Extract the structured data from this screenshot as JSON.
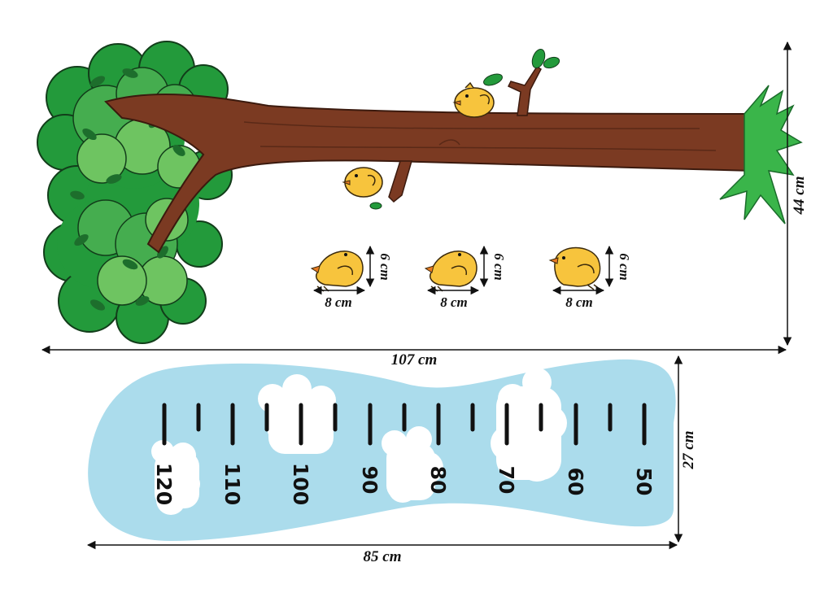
{
  "dimensions": {
    "tree_width": "107 cm",
    "tree_height": "44 cm",
    "bird_width": "8 cm",
    "bird_height": "6 cm",
    "ruler_width": "85 cm",
    "ruler_height": "27 cm"
  },
  "ruler": {
    "labels": [
      "120",
      "110",
      "100",
      "90",
      "80",
      "70",
      "60",
      "50"
    ]
  },
  "colors": {
    "leaf_dark": "#239a3b",
    "leaf_mid": "#45ad4f",
    "leaf_light": "#6ec461",
    "trunk": "#7b3a22",
    "bird": "#f7c43d",
    "sky": "#abdcec",
    "cloud": "#ffffff"
  }
}
